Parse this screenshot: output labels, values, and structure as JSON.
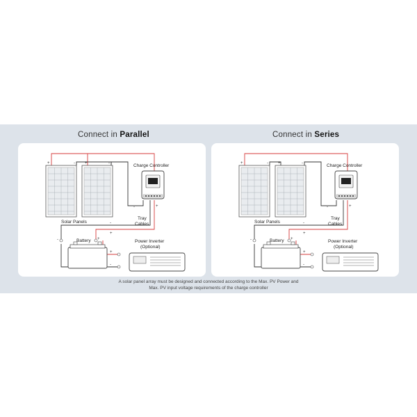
{
  "sections": [
    {
      "title_prefix": "Connect in ",
      "title_bold": "Parallel",
      "labels": {
        "charge_controller": "Charge Controller",
        "solar_panels": "Solar Panels",
        "tray": "Tray",
        "cables": "Cables",
        "battery": "Battery",
        "inverter_line1": "Power Inverter",
        "inverter_line2": "(Optional)"
      }
    },
    {
      "title_prefix": "Connect in ",
      "title_bold": "Series",
      "labels": {
        "charge_controller": "Charge Controller",
        "solar_panels": "Solar Panels",
        "tray": "Tray",
        "cables": "Cables",
        "battery": "Battery",
        "inverter_line1": "Power Inverter",
        "inverter_line2": "(Optional)"
      }
    }
  ],
  "signs": {
    "plus": "+",
    "minus": "-"
  },
  "footnote_line1": "A solar panel array must be designed and connected according to the Max. PV Power and",
  "footnote_line2": "Max. PV input voltage requirements of the charge controller",
  "colors": {
    "band": "#dde3ea",
    "positive_wire": "#d63a3a",
    "negative_wire": "#333333"
  }
}
